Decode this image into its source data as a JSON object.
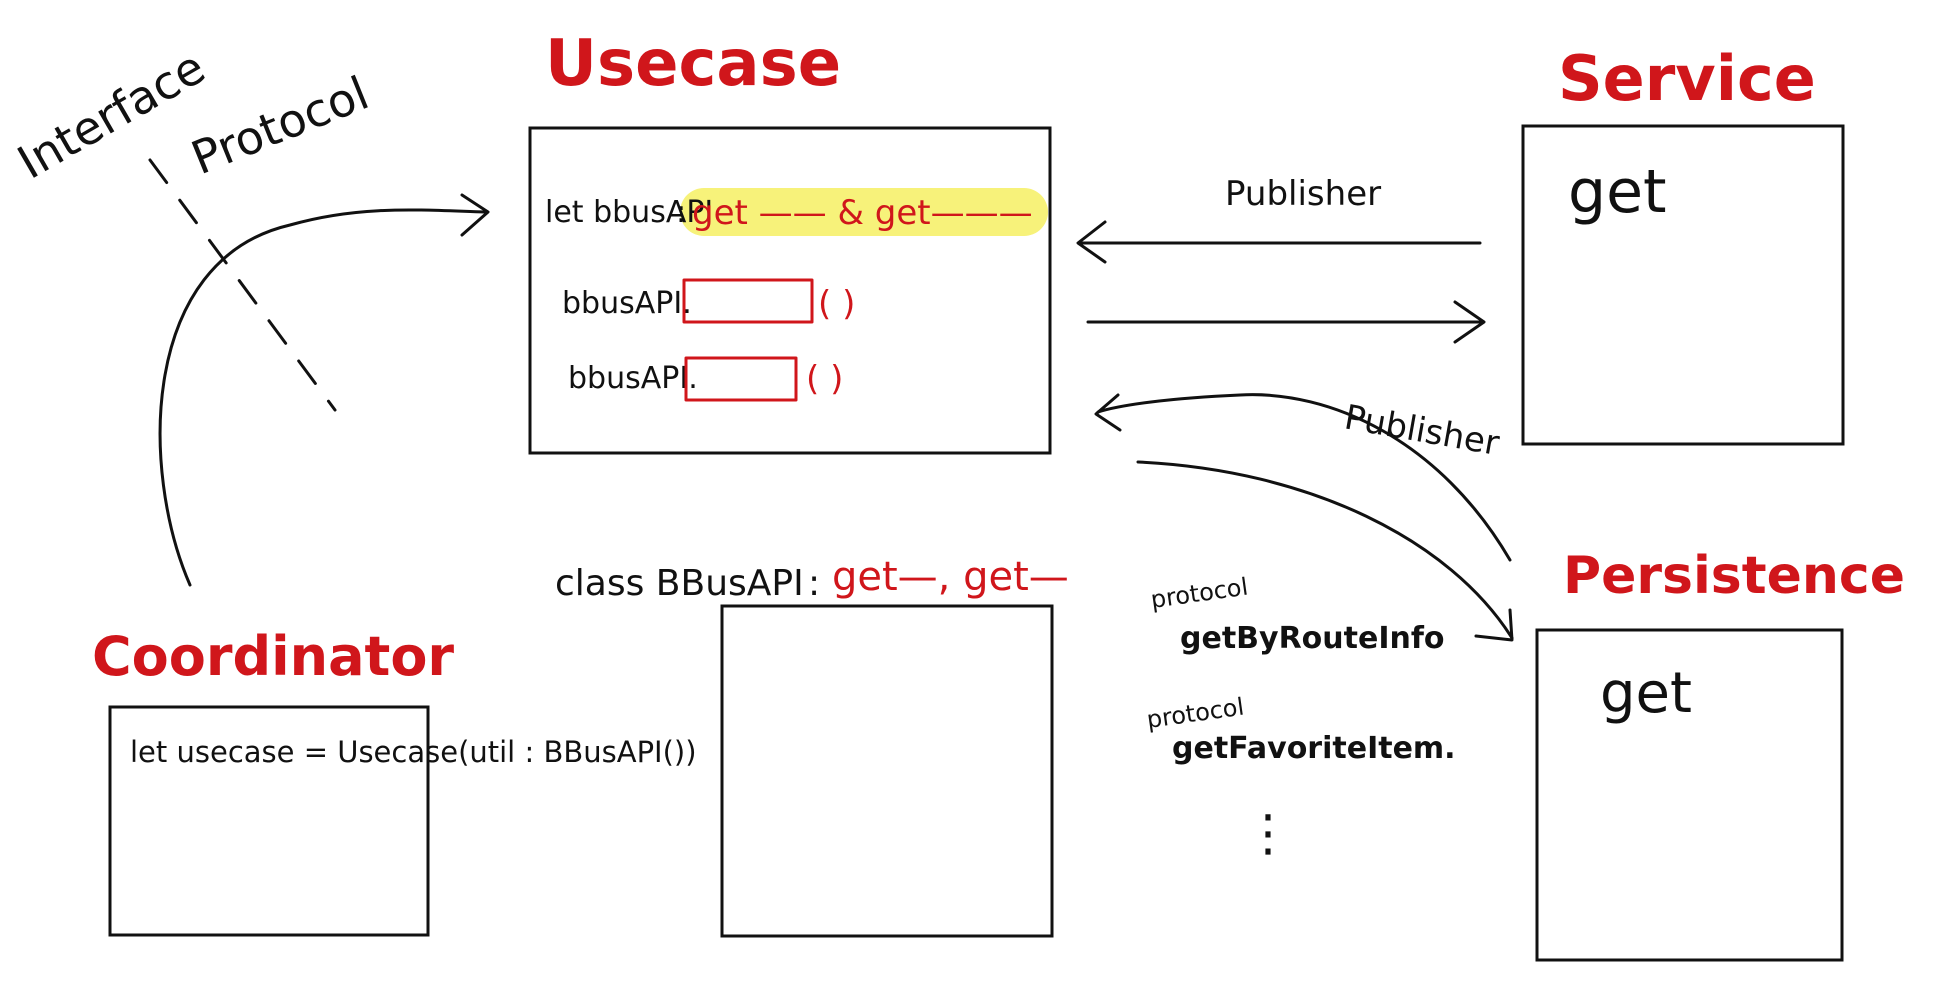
{
  "colors": {
    "accent_red": "#d0161b",
    "highlight": "#f7f27a",
    "ink": "#111111"
  },
  "labels": {
    "interface": "Interface",
    "protocol_side": "Protocol",
    "usecase": "Usecase",
    "service": "Service",
    "persistence": "Persistence",
    "coordinator": "Coordinator"
  },
  "usecase_box": {
    "line1_prefix": "let bbusAPI",
    "line1_colon": ":",
    "line1_highlight": "get —— & get———",
    "line2_prefix": "bbusAPI.",
    "line2_parens": "( )",
    "line3_prefix": "bbusAPI.",
    "line3_parens": "( )"
  },
  "arrows": {
    "publisher_top": "Publisher",
    "publisher_curve": "Publisher"
  },
  "service_box": {
    "text": "get"
  },
  "persistence_box": {
    "text": "get"
  },
  "class_line": {
    "prefix": "class BBusAPI",
    "colon": ":",
    "red": "get—, get—"
  },
  "protocols": [
    {
      "keyword": "protocol",
      "name": "getByRouteInfo"
    },
    {
      "keyword": "protocol",
      "name": "getFavoriteItem."
    }
  ],
  "ellipsis": "⋮",
  "coordinator_box": {
    "text": "let usecase = Usecase(util : BBusAPI())"
  }
}
